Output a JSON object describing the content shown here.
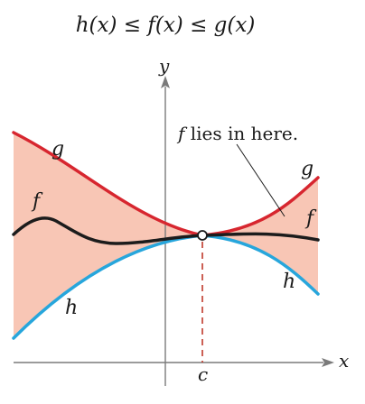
{
  "title": {
    "text": "h(x) ≤ f(x) ≤ g(x)"
  },
  "axes": {
    "x_label": "x",
    "y_label": "y",
    "c_label": "c"
  },
  "curves": {
    "g": {
      "label": "g",
      "color": "#d7262f"
    },
    "f": {
      "label": "f",
      "color": "#1c1c1c"
    },
    "h": {
      "label": "h",
      "color": "#27a6dc"
    }
  },
  "region": {
    "fill_color": "#f8c6b5"
  },
  "annotation": {
    "f_part": "f",
    "rest": " lies in here."
  },
  "colors": {
    "axis": "#7a7a7a",
    "dashed_line": "#c0392b",
    "text": "#1a1a1a"
  }
}
